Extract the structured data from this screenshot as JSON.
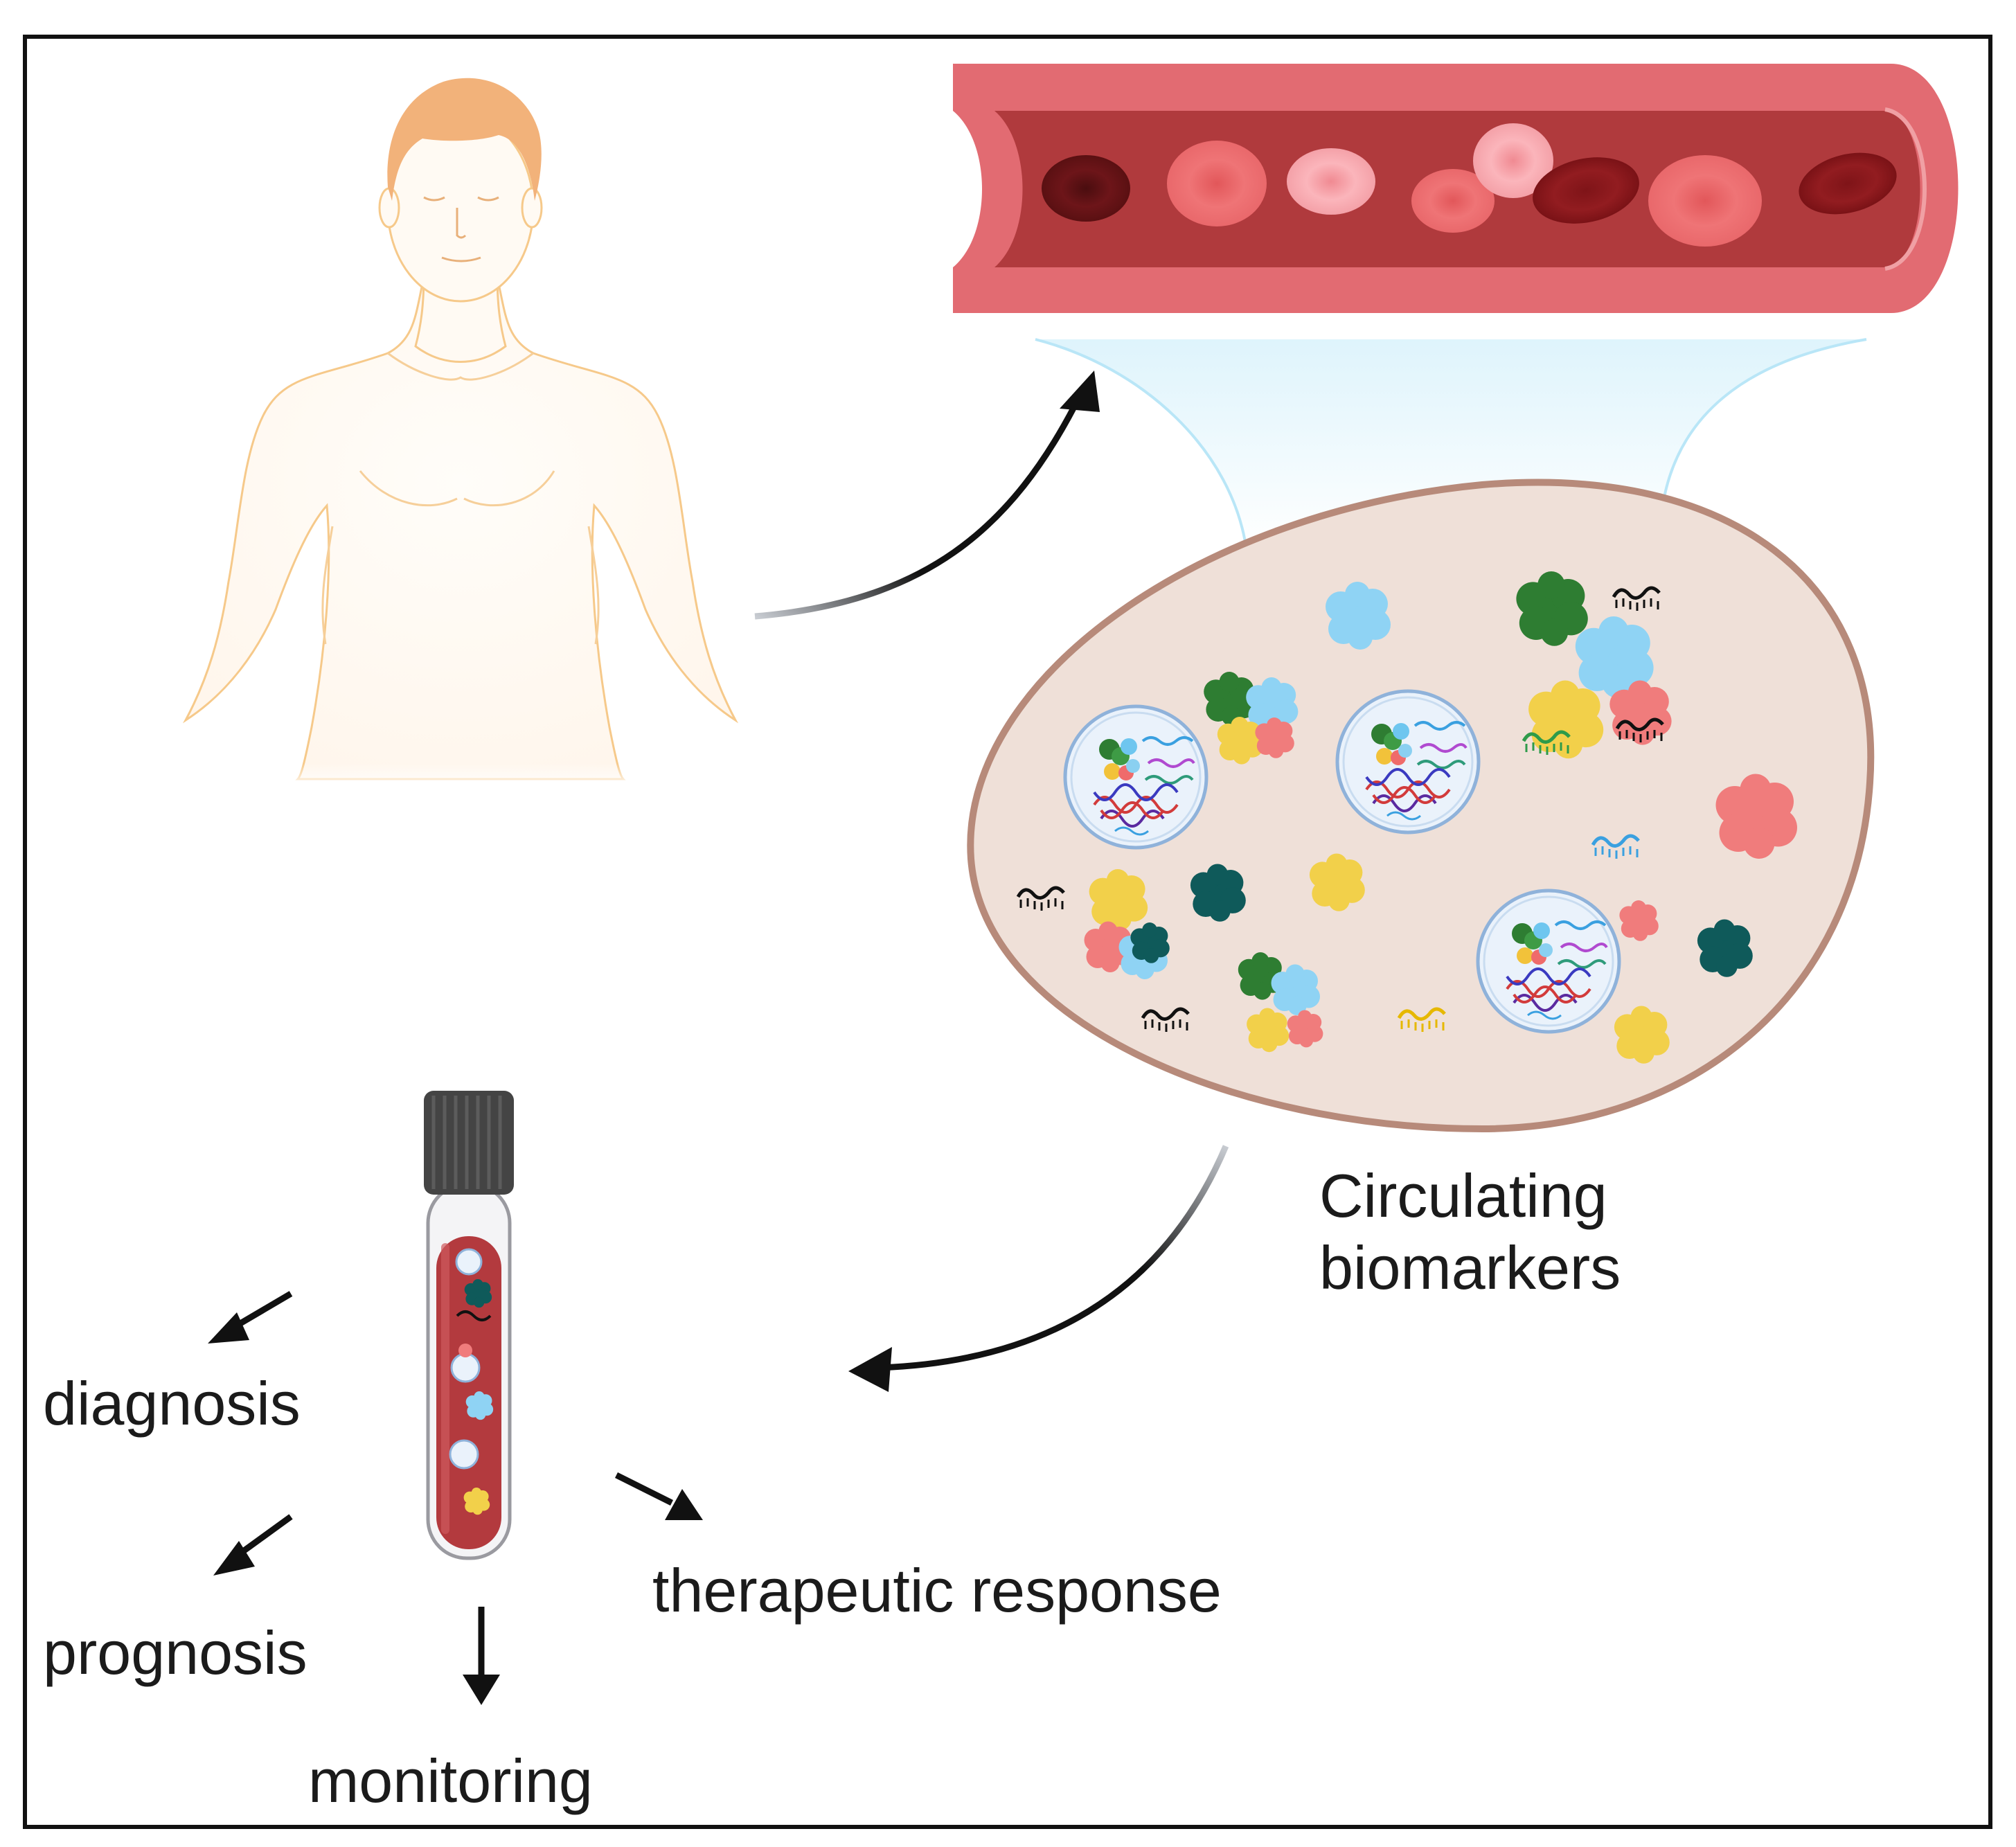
{
  "labels": {
    "circulating_line1": "Circulating",
    "circulating_line2": "biomarkers",
    "diagnosis": "diagnosis",
    "prognosis": "prognosis",
    "monitoring": "monitoring",
    "therapeutic_response": "therapeutic response"
  },
  "colors": {
    "vessel_wall": "#e26b72",
    "vessel_lumen": "#b23a3d",
    "plasma_fill": "#efe0d8",
    "plasma_border": "#b78a7a",
    "skin_outline": "#f6c98a",
    "hair": "#f2b27a",
    "tube_blood": "#b33a3e",
    "tube_cap": "#444444"
  }
}
